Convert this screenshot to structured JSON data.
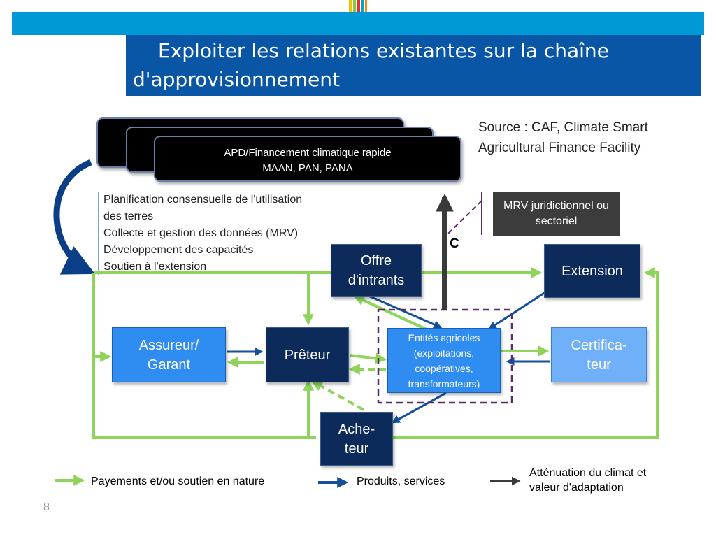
{
  "slide": {
    "title": "Exploiter les relations existantes sur la chaîne d'approvisionnement",
    "page_number": "8",
    "source": "Source : CAF, Climate Smart Agricultural Finance Facility"
  },
  "funding_box": {
    "line1": "APD/Financement climatique rapide",
    "line2": "MAAN, PAN, PANA"
  },
  "activities": [
    "Planification consensuelle de l'utilisation",
    "des terres",
    "Collecte et gestion des données (MRV)",
    "Développement des capacités",
    "Soutien à l'extension"
  ],
  "nodes": {
    "mrv": "MRV juridictionnel ou sectoriel",
    "offre": "Offre d'intrants",
    "extension": "Extension",
    "assureur": "Assureur/ Garant",
    "preteur": "Prêteur",
    "entites": "Entités agricoles (exploitations, coopératives, transformateurs)",
    "certificateur": "Certifica-teur",
    "acheteur": "Ache-teur"
  },
  "label_c": "C",
  "legend": {
    "payments": "Payements et/ou soutien en nature",
    "products": "Produits, services",
    "mitigation": "Atténuation du climat et valeur d'adaptation"
  },
  "colors": {
    "header_bar": "#0099d6",
    "title_bg": "#0a56a6",
    "green_arrow": "#8ed45a",
    "blue_arrow": "#154f9c",
    "gray_arrow": "#3a3a3a",
    "dark_node": "#0c2b5a",
    "mid_node": "#2f8cf0",
    "light_node": "#6fb0f8",
    "dashed_purple": "#5a2a6a"
  }
}
